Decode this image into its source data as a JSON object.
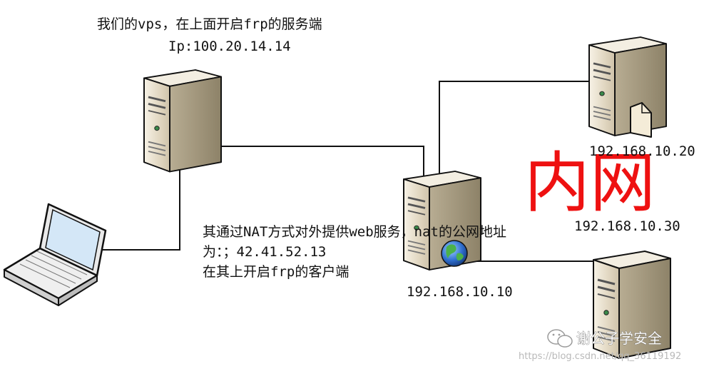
{
  "vps": {
    "caption": "我们的vps，在上面开启frp的服务端",
    "ip": "Ip:100.20.14.14"
  },
  "nat_host": {
    "description_line1": "其通过NAT方式对外提供web服务，nat的公网地址",
    "description_line2": "为：；42.41.52.13",
    "description_line3": "在其上开启frp的客户端",
    "ip": "192.168.10.10"
  },
  "intranet": {
    "label": "内网",
    "label_color": "#ee1111",
    "server_1_ip": "192.168.10.20",
    "server_2_ip": "192.168.10.30"
  },
  "watermark": {
    "account": "谢公子学安全",
    "url": "https://blog.csdn.net/qq_36119192"
  },
  "icons": [
    "server-tower-icon",
    "laptop-icon",
    "globe-icon",
    "wechat-icon"
  ],
  "colors": {
    "line": "#111111",
    "server_body": "#d8cfbe",
    "server_side": "#a89c80",
    "globe": "#2f6fd0"
  }
}
